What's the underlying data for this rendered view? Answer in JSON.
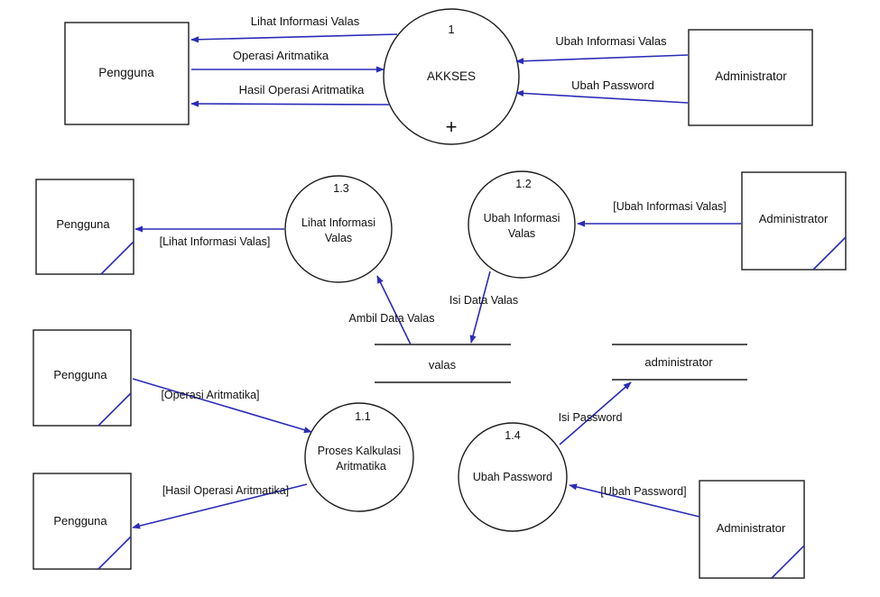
{
  "context": {
    "entity_left": "Pengguna",
    "entity_right": "Administrator",
    "process_number": "1",
    "process_name": "AKKSES",
    "process_marker": "+",
    "flow_lihat": "Lihat Informasi Valas",
    "flow_operasi": "Operasi Aritmatika",
    "flow_hasil": "Hasil Operasi Aritmatika",
    "flow_ubah_info": "Ubah Informasi Valas",
    "flow_ubah_password": "Ubah Password"
  },
  "level1": {
    "p13": {
      "number": "1.3",
      "line1": "Lihat Informasi",
      "line2": "Valas"
    },
    "p12": {
      "number": "1.2",
      "line1": "Ubah Informasi",
      "line2": "Valas"
    },
    "p11": {
      "number": "1.1",
      "line1": "Proses Kalkulasi",
      "line2": "Aritmatika"
    },
    "p14": {
      "number": "1.4",
      "line1": "Ubah Password"
    },
    "entity_pengguna_a": "Pengguna",
    "entity_pengguna_b": "Pengguna",
    "entity_pengguna_c": "Pengguna",
    "entity_admin_a": "Administrator",
    "entity_admin_b": "Administrator",
    "store_valas": "valas",
    "store_admin": "administrator",
    "flow_lihat": "[Lihat Informasi Valas]",
    "flow_ubah_info": "[Ubah Informasi Valas]",
    "flow_isi_data": "Isi Data Valas",
    "flow_ambil_data": "Ambil Data Valas",
    "flow_operasi": "[Operasi Aritmatika]",
    "flow_hasil": "[Hasil Operasi Aritmatika]",
    "flow_isi_password": "Isi Password",
    "flow_ubah_password": "[Ubah Password]"
  }
}
